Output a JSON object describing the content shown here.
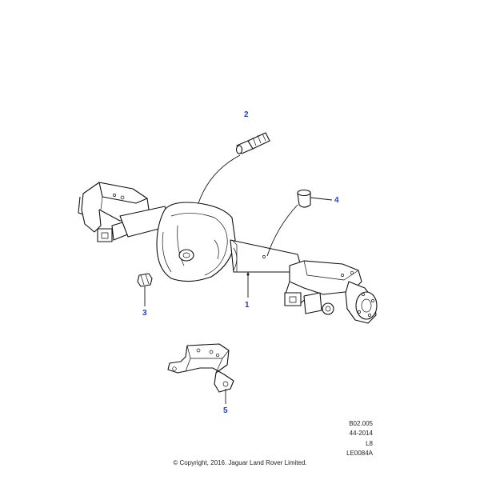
{
  "callouts": [
    "1",
    "2",
    "3",
    "4",
    "5"
  ],
  "callout_color": "#1f3fd1",
  "info": {
    "ref_code": "B02.005",
    "date_code": "44-2014",
    "model_code": "L8",
    "image_code": "LE0084A"
  },
  "copyright": "© Copyright, 2016. Jaguar Land Rover Limited."
}
